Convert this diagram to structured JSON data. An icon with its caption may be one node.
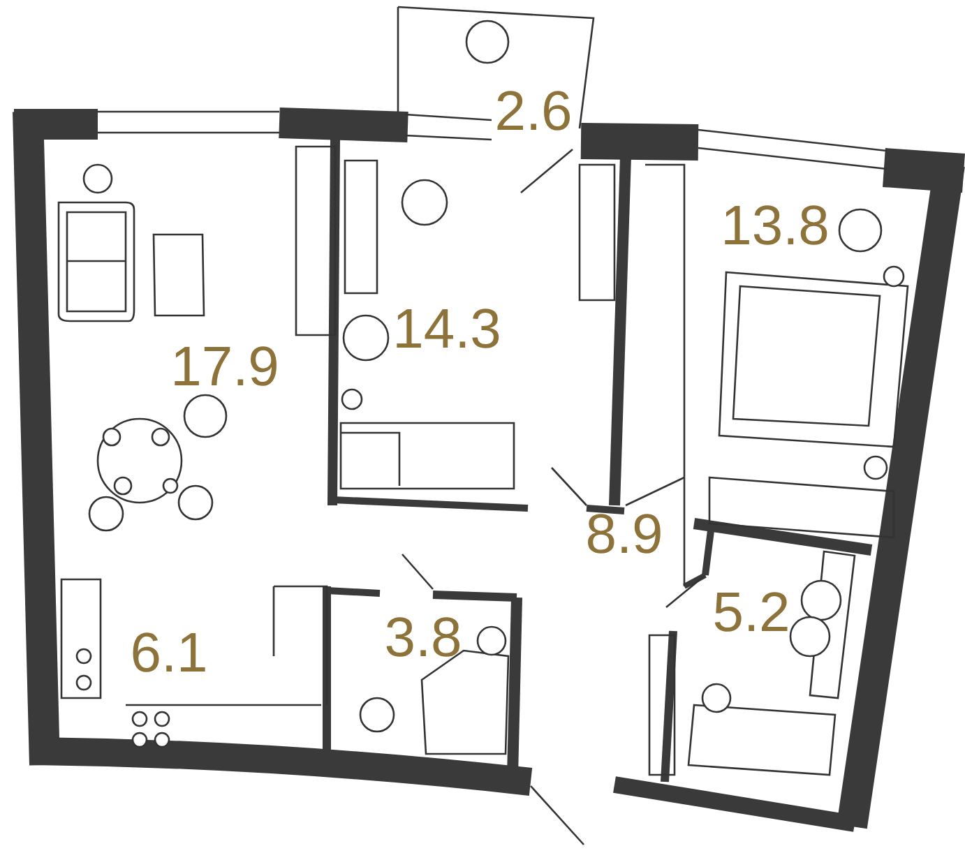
{
  "diagram": {
    "labels": [
      "2.6",
      "13.8",
      "17.9",
      "14.3",
      "8.9",
      "6.1",
      "3.8",
      "5.2"
    ]
  }
}
